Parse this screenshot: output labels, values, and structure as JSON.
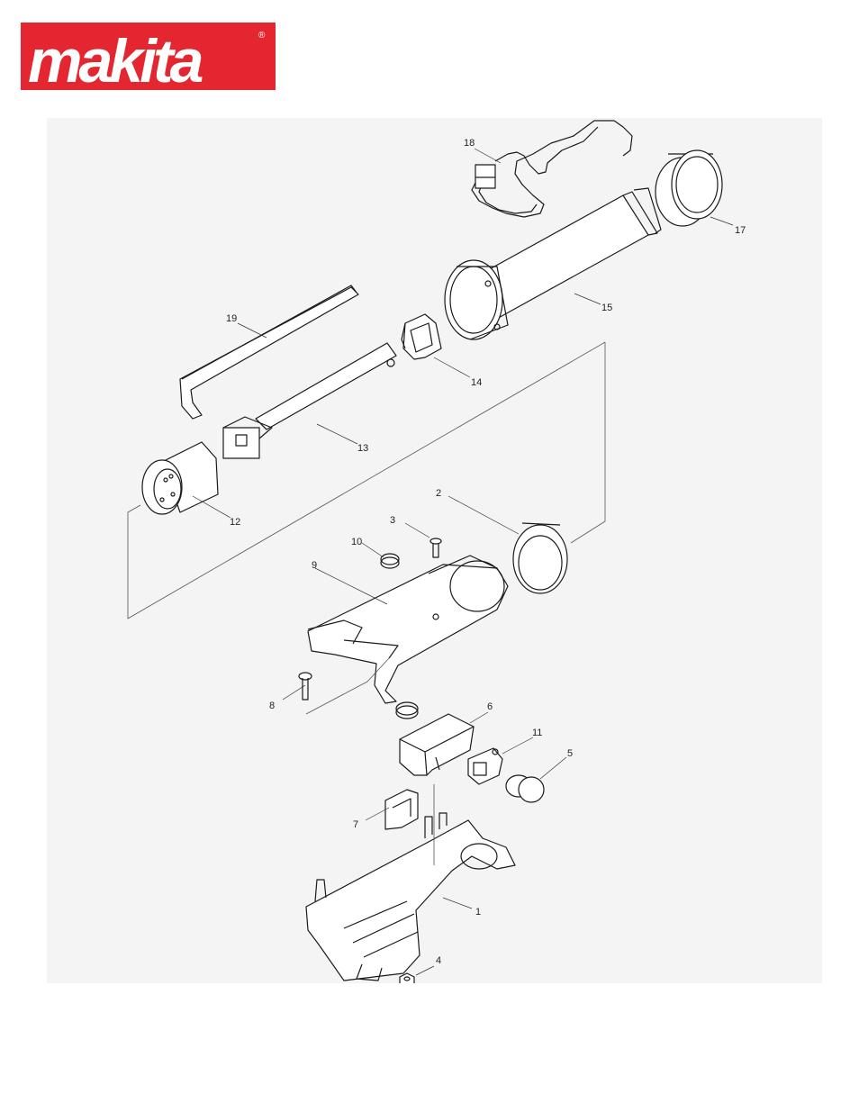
{
  "brand": {
    "name": "makita",
    "color": "#e3262f",
    "registered_mark": "®"
  },
  "diagram": {
    "background": "#f4f4f4",
    "line_color": "#1a1a1a",
    "part_labels": [
      "1",
      "2",
      "3",
      "4",
      "5",
      "6",
      "7",
      "8",
      "9",
      "10",
      "11",
      "12",
      "13",
      "14",
      "15",
      "17",
      "18",
      "19"
    ]
  }
}
